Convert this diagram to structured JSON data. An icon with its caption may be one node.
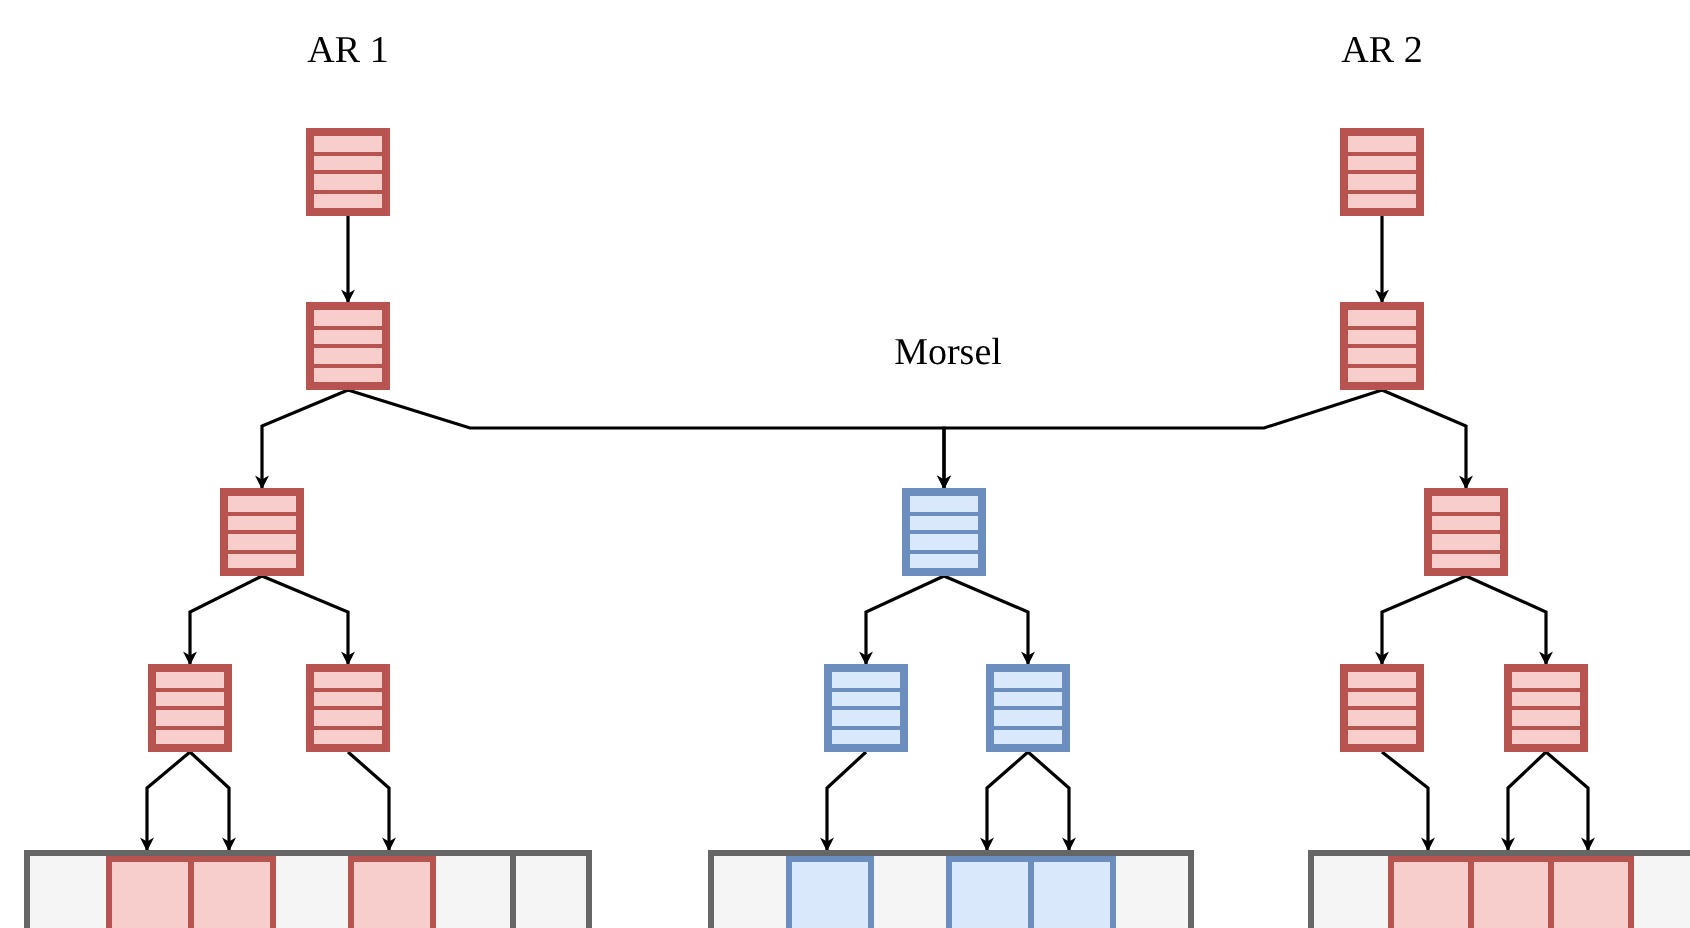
{
  "diagram": {
    "nodes": [
      {
        "text": [],
        "shape": "table",
        "beside": [
          "AR 1"
        ]
      },
      {
        "text": [],
        "shape": "table",
        "beside": [
          "AR 2"
        ]
      },
      {
        "text": [],
        "shape": "table"
      },
      {
        "text": [],
        "shape": "table"
      },
      {
        "text": [],
        "shape": "table"
      },
      {
        "text": [],
        "shape": "table"
      },
      {
        "text": [],
        "shape": "table"
      },
      {
        "text": [],
        "shape": "table"
      },
      {
        "text": [],
        "shape": "table"
      },
      {
        "text": [],
        "shape": "table"
      },
      {
        "text": [],
        "shape": "table"
      },
      {
        "text": [],
        "shape": "table"
      },
      {
        "text": [],
        "shape": "table"
      },
      {
        "text": [],
        "shape": "bar"
      },
      {
        "text": [],
        "shape": "box",
        "in": 13
      },
      {
        "text": [],
        "shape": "box",
        "in": 13
      },
      {
        "text": [],
        "shape": "box",
        "in": 13
      },
      {
        "text": [],
        "shape": "box",
        "in": 13
      },
      {
        "text": [],
        "shape": "box",
        "in": 13
      },
      {
        "text": [],
        "shape": "box",
        "in": 13
      },
      {
        "text": [],
        "shape": "box",
        "in": 13
      },
      {
        "text": [],
        "shape": "bar"
      },
      {
        "text": [],
        "shape": "box",
        "in": 21
      },
      {
        "text": [],
        "shape": "box",
        "in": 21
      },
      {
        "text": [],
        "shape": "box",
        "in": 21
      },
      {
        "text": [],
        "shape": "box",
        "in": 21
      },
      {
        "text": [],
        "shape": "box",
        "in": 21
      },
      {
        "text": [],
        "shape": "box",
        "in": 21
      },
      {
        "text": [],
        "shape": "bar"
      },
      {
        "text": [],
        "shape": "box",
        "in": 28
      },
      {
        "text": [],
        "shape": "box",
        "in": 28
      },
      {
        "text": [],
        "shape": "box",
        "in": 28
      },
      {
        "text": [],
        "shape": "box",
        "in": 28
      },
      {
        "text": [],
        "shape": "box",
        "in": 28
      }
    ],
    "edges": [
      {
        "from": 0,
        "to": 2,
        "arrow": "to"
      },
      {
        "from": 2,
        "to": 4,
        "arrow": "to"
      },
      {
        "from": 2,
        "to": 5,
        "arrow": "to"
      },
      {
        "from": 4,
        "to": 7,
        "arrow": "to"
      },
      {
        "from": 4,
        "to": 8,
        "arrow": "to"
      },
      {
        "from": 7,
        "to": 15,
        "arrow": "to"
      },
      {
        "from": 7,
        "to": 16,
        "arrow": "to"
      },
      {
        "from": 8,
        "to": 18,
        "arrow": "to"
      },
      {
        "from": 1,
        "to": 3,
        "arrow": "to"
      },
      {
        "from": 3,
        "to": 6,
        "arrow": "to"
      },
      {
        "from": 3,
        "to": 5,
        "arrow": "to"
      },
      {
        "from": 6,
        "to": 11,
        "arrow": "to"
      },
      {
        "from": 6,
        "to": 12,
        "arrow": "to"
      },
      {
        "from": 11,
        "to": 30,
        "arrow": "to"
      },
      {
        "from": 12,
        "to": 31,
        "arrow": "to"
      },
      {
        "from": 12,
        "to": 32,
        "arrow": "to"
      },
      {
        "from": 5,
        "to": 9,
        "arrow": "to"
      },
      {
        "from": 5,
        "to": 10,
        "arrow": "to"
      },
      {
        "from": 9,
        "to": 23,
        "arrow": "to"
      },
      {
        "from": 10,
        "to": 25,
        "arrow": "to"
      },
      {
        "from": 10,
        "to": 26,
        "arrow": "to"
      }
    ],
    "labels": [
      "Morsel"
    ]
  }
}
